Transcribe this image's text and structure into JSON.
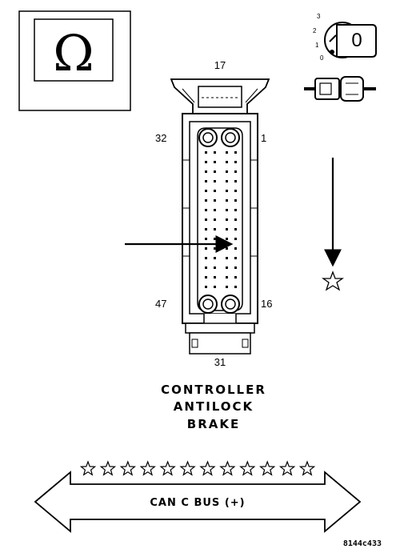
{
  "ohm_symbol": "Ω",
  "ignition": {
    "positions": [
      "3",
      "2",
      "1",
      "0"
    ],
    "key_label": "0"
  },
  "connector": {
    "pin_top": "17",
    "pin_left_top": "32",
    "pin_right_top": "1",
    "pin_left_bottom": "47",
    "pin_right_bottom": "16",
    "pin_bottom": "31"
  },
  "component": {
    "line1": "CONTROLLER",
    "line2": "ANTILOCK",
    "line3": "BRAKE"
  },
  "bus": {
    "label": "CAN C BUS (+)",
    "star_count": 12
  },
  "figure_code": "8144c433"
}
